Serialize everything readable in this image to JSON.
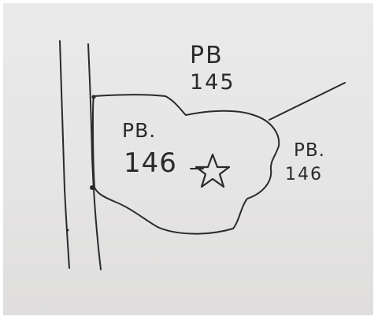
{
  "labels": {
    "north_parcel": {
      "line1": "PB",
      "line2": "145"
    },
    "center_parcel": {
      "line1": "PB.",
      "line2": "146"
    },
    "east_parcel": {
      "line1": "PB.",
      "line2": "146"
    }
  },
  "icons": {
    "marker": "star-icon"
  },
  "colors": {
    "paper": "#e8e7e7",
    "ink": "#2a2a2a"
  }
}
